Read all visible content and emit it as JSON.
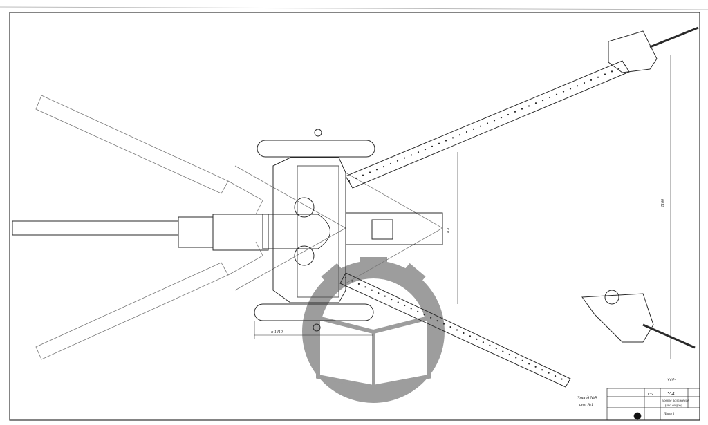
{
  "drawing": {
    "dimensions": {
      "wheel_track": "φ 1410",
      "vertical_center": "1820",
      "vertical_right": "2160"
    },
    "note_left": [
      "Завод №8",
      "инв. №1"
    ],
    "title_block": {
      "scale": "1:5",
      "designation": "У-4",
      "title_line1": "Боевое положение",
      "title_line2": "(вид сверху)",
      "sheet": "Лист 1"
    },
    "stamp": "Утв."
  },
  "colors": {
    "line": "#2a2a2a",
    "watermark": "#8c8c8c"
  }
}
